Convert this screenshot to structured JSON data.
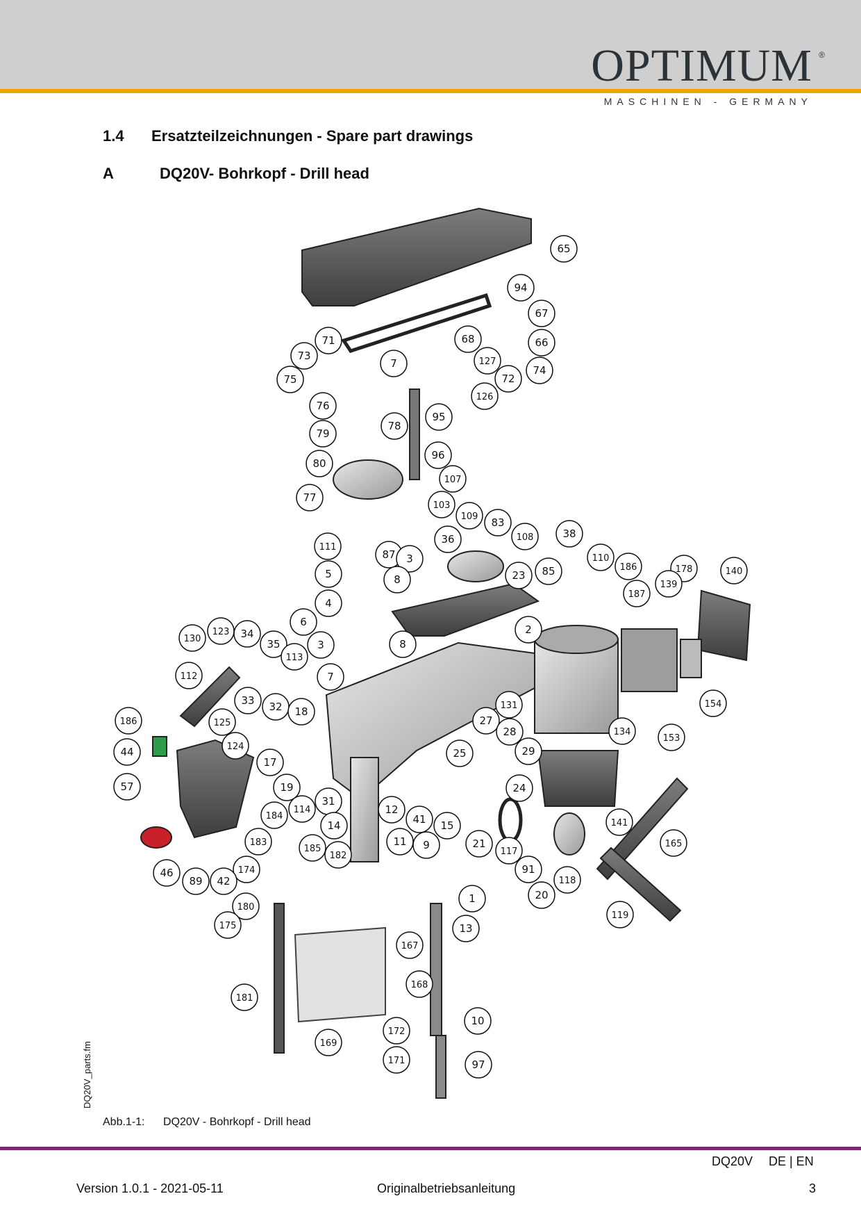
{
  "header": {
    "logo_name": "OPTIMUM",
    "logo_reg": "®",
    "logo_sub": "MASCHINEN - GERMANY"
  },
  "section": {
    "number": "1.4",
    "title": "Ersatzteilzeichnungen - Spare part drawings"
  },
  "subsection": {
    "letter": "A",
    "title": "DQ20V- Bohrkopf - Drill head"
  },
  "callouts": [
    "65",
    "94",
    "67",
    "66",
    "68",
    "71",
    "73",
    "7",
    "127",
    "74",
    "75",
    "72",
    "126",
    "76",
    "95",
    "78",
    "79",
    "96",
    "80",
    "107",
    "77",
    "103",
    "109",
    "83",
    "36",
    "108",
    "111",
    "87",
    "3",
    "38",
    "110",
    "186",
    "178",
    "140",
    "5",
    "8",
    "23",
    "85",
    "187",
    "139",
    "4",
    "6",
    "2",
    "8",
    "130",
    "123",
    "34",
    "35",
    "3",
    "113",
    "112",
    "7",
    "33",
    "32",
    "18",
    "131",
    "154",
    "186",
    "125",
    "27",
    "28",
    "134",
    "153",
    "124",
    "44",
    "25",
    "29",
    "17",
    "24",
    "57",
    "19",
    "114",
    "31",
    "12",
    "184",
    "41",
    "14",
    "15",
    "141",
    "21",
    "11",
    "9",
    "183",
    "117",
    "165",
    "185",
    "182",
    "91",
    "174",
    "46",
    "89",
    "42",
    "118",
    "1",
    "20",
    "180",
    "119",
    "175",
    "13",
    "167",
    "168",
    "181",
    "10",
    "172",
    "169",
    "171",
    "97"
  ],
  "figure_caption": {
    "label": "Abb.1-1:",
    "text": "DQ20V - Bohrkopf - Drill head"
  },
  "side_label": "DQ20V_parts.fm",
  "footer": {
    "model": "DQ20V",
    "lang": "DE | EN",
    "version": "Version 1.0.1 - 2021-05-11",
    "doc_type": "Originalbetriebsanleitung",
    "page_number": "3"
  },
  "colors": {
    "header_band": "#cfcfcf",
    "accent_orange": "#f0a500",
    "accent_purple": "#7a2a72"
  }
}
